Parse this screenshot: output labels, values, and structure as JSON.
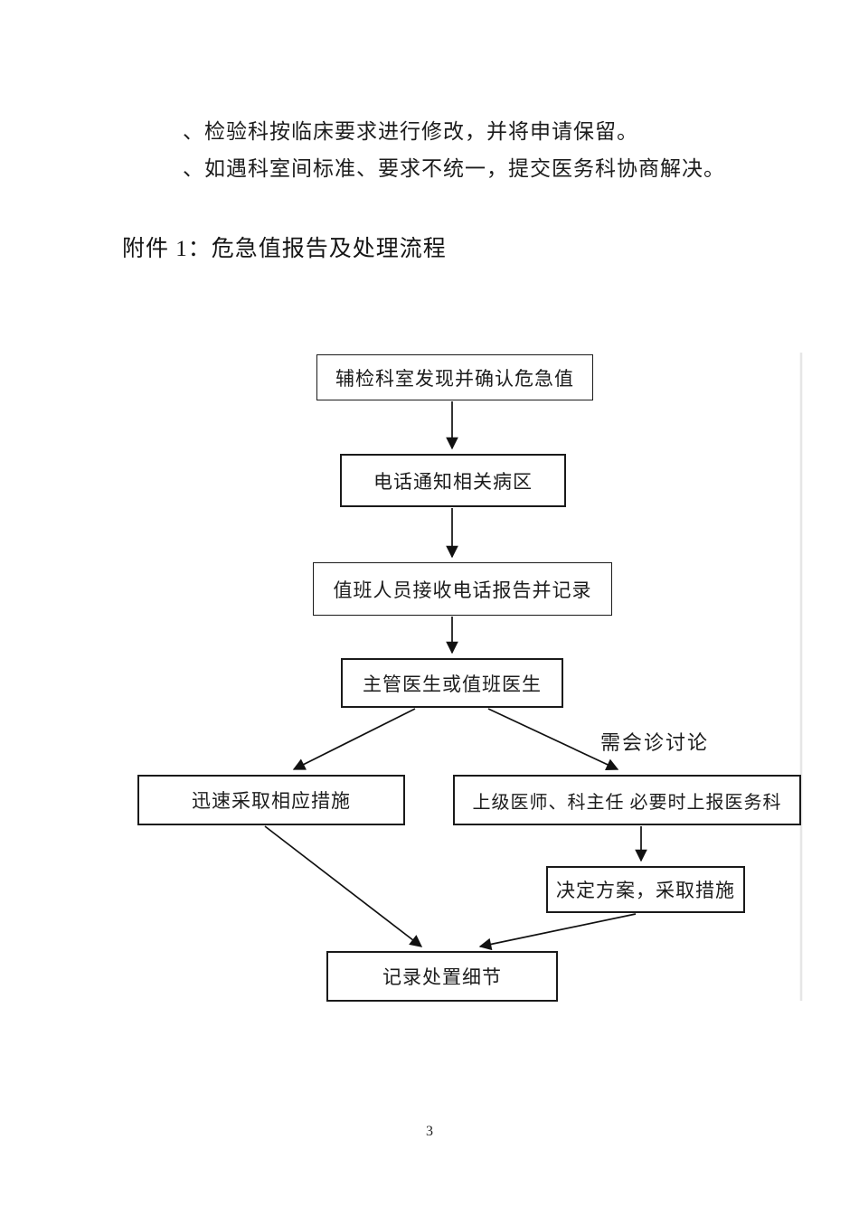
{
  "document": {
    "body_lines": [
      "、检验科按临床要求进行修改，并将申请保留。",
      "、如遇科室间标准、要求不统一，提交医务科协商解决。"
    ],
    "attachment_title": "附件 1：危急值报告及处理流程",
    "page_number": "3"
  },
  "flowchart": {
    "title": "危急值报告及处理流程",
    "nodes": [
      {
        "id": "detect",
        "label": "辅检科室发现并确认危急值"
      },
      {
        "id": "phone",
        "label": "电话通知相关病区"
      },
      {
        "id": "receive",
        "label": "值班人员接收电话报告并记录"
      },
      {
        "id": "doctor",
        "label": "主管医生或值班医生"
      },
      {
        "id": "measures",
        "label": "迅速采取相应措施"
      },
      {
        "id": "senior",
        "label": "上级医师、科主任 必要时上报医务科"
      },
      {
        "id": "decide",
        "label": "决定方案，采取措施"
      },
      {
        "id": "record",
        "label": "记录处置细节"
      }
    ],
    "edges": [
      {
        "from": "detect",
        "to": "phone",
        "label": ""
      },
      {
        "from": "phone",
        "to": "receive",
        "label": ""
      },
      {
        "from": "receive",
        "to": "doctor",
        "label": ""
      },
      {
        "from": "doctor",
        "to": "measures",
        "label": ""
      },
      {
        "from": "doctor",
        "to": "senior",
        "label": "需会诊讨论"
      },
      {
        "from": "senior",
        "to": "decide",
        "label": ""
      },
      {
        "from": "measures",
        "to": "record",
        "label": ""
      },
      {
        "from": "decide",
        "to": "record",
        "label": ""
      }
    ],
    "edge_label": "需会诊讨论"
  },
  "colors": {
    "text": "#1a1a1a",
    "box_border": "#1a1a1a",
    "canvas_edge": "#e6e6e6",
    "background": "#ffffff"
  }
}
